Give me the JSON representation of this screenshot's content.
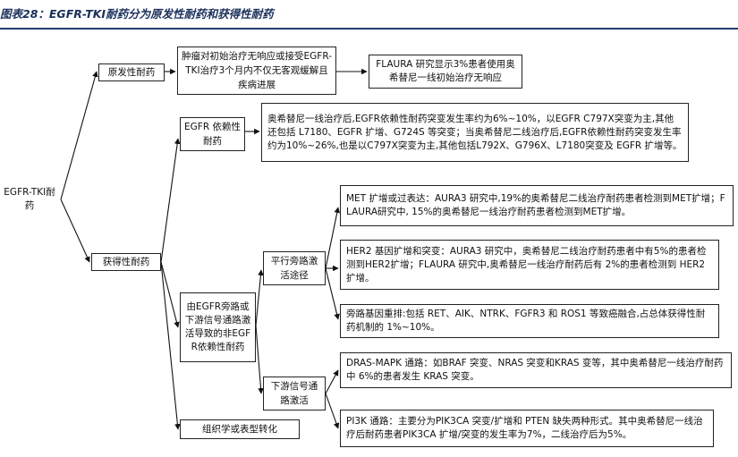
{
  "title": "图表28：EGFR-TKI耐药分为原发性耐药和获得性耐药",
  "nodes": {
    "root": "EGFR-TKI耐药",
    "primary": "原发性耐药",
    "primary_desc": "肿瘤对初始治疗无响应或接受EGFR-TKI治疗3个月内不仅无客观缓解且疾病进展",
    "flaura_primary": "FLAURA 研究显示3%患者使用奥希替尼一线初始治疗无响应",
    "acquired": "获得性耐药",
    "egfr_dep": "EGFR 依赖性耐药",
    "egfr_dep_desc": "奥希替尼一线治疗后,EGFR依赖性耐药突变发生率约为6%~10%，以EGFR C797X突变为主,其他还包括 L7180、EGFR 扩增、G724S 等突变；当奥希替尼二线治疗后,EGFR依赖性耐药突变发生率约为10%~26%,也是以C797X突变为主,其他包括L792X、G796X、L7180突变及 EGFR 扩增等。",
    "bypass_non_egfr": "由EGFR旁路或下游信号通路激活导致的非EGFR依赖性耐药",
    "parallel": "平行旁路激活途径",
    "met": "MET 扩增或过表达：AURA3 研究中,19%的奥希替尼二线治疗耐药患者检测到MET扩增；FLAURA研究中, 15%的奥希替尼一线治疗耐药患者检测到MET扩增。",
    "her2": "HER2 基因扩增和突变：AURA3 研究中，奥希替尼二线治疗耐药患者中有5%的患者检测到HER2扩增；FLAURA 研究中,奥希替尼一线治疗耐药后有 2%的患者检测到 HER2 扩增。",
    "fusion": "旁路基因重排:包括 RET、AIK、NTRK、FGFR3 和 ROS1 等致癌融合,占总体获得性耐药机制的 1%~10%。",
    "downstream": "下游信号通路激活",
    "mapk": "DRAS-MAPK 通路：如BRAF 突变、NRAS 突变和KRAS 变等，其中奥希替尼一线治疗耐药中 6%的患者发生 KRAS 突变。",
    "pi3k": "PI3K 通路：主要分为PIK3CA 突变/扩增和 PTEN 缺失两种形式。其中奥希替尼一线治疗后耐药患者PIK3CA 扩增/突变的发生率为7%，二线治疗后为5%。",
    "histology": "组织学或表型转化"
  }
}
